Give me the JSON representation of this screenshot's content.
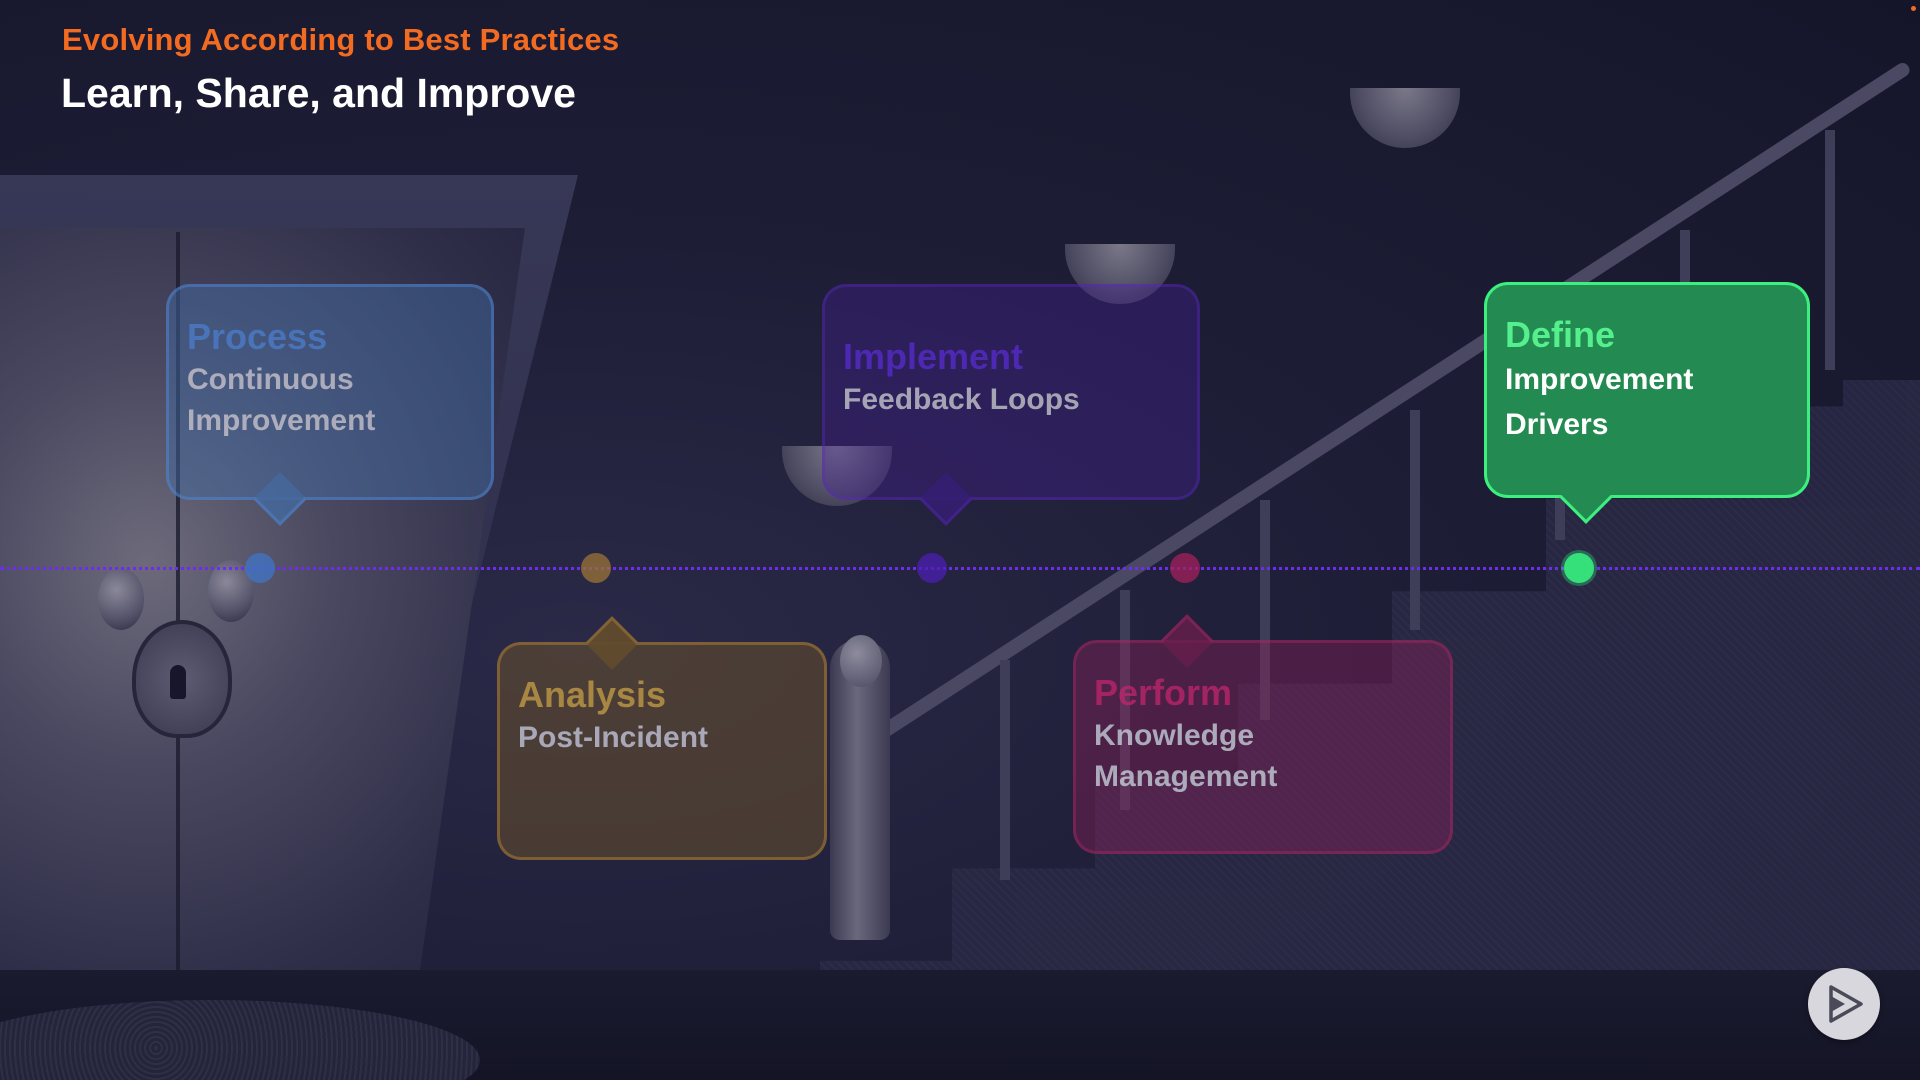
{
  "header": {
    "kicker": "Evolving According to Best Practices",
    "title": "Learn, Share, and Improve"
  },
  "timeline": {
    "color": "#6f2cf0",
    "nodes": [
      {
        "name": "process",
        "color": "#3f76c8"
      },
      {
        "name": "analysis",
        "color": "#9b7335"
      },
      {
        "name": "implement",
        "color": "#4a1fb0"
      },
      {
        "name": "perform",
        "color": "#a31f5c"
      },
      {
        "name": "define",
        "color": "#35e07a",
        "active": true
      }
    ]
  },
  "cards": {
    "process": {
      "head": "Process",
      "body_line1": "Continuous",
      "body_line2": "Improvement"
    },
    "analysis": {
      "head": "Analysis",
      "body_line1": "Post-Incident"
    },
    "implement": {
      "head": "Implement",
      "body_line1": "Feedback Loops"
    },
    "perform": {
      "head": "Perform",
      "body_line1": "Knowledge",
      "body_line2": "Management"
    },
    "define": {
      "head": "Define",
      "body_line1": "Improvement",
      "body_line2": "Drivers"
    }
  },
  "colors": {
    "accent_orange": "#f26b21",
    "process_blue": "#4b82d4",
    "analysis_gold": "#c99f43",
    "implement_purple": "#5a2bd6",
    "perform_magenta": "#c0246c",
    "define_green": "#55f08e"
  },
  "controls": {
    "play_icon": "play-icon"
  }
}
